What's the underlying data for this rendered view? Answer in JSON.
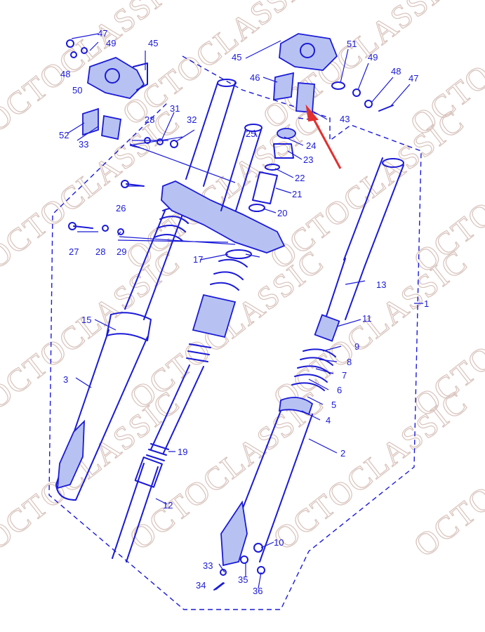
{
  "watermark_text": "OCTOCLASSIC",
  "colors": {
    "ink": "#1a1ad8",
    "arrow": "#e23030",
    "watermark": "#d8c2bb",
    "shade": "#b7c2f2"
  },
  "callouts": {
    "p1": "1",
    "p2": "2",
    "p3": "3",
    "p4": "4",
    "p5": "5",
    "p6": "6",
    "p7": "7",
    "p8": "8",
    "p9": "9",
    "p10": "10",
    "p11": "11",
    "p12": "12",
    "p13": "13",
    "p15": "15",
    "p17": "17",
    "p19": "19",
    "p20": "20",
    "p21": "21",
    "p22": "22",
    "p23": "23",
    "p24": "24",
    "p25": "25",
    "p26": "26",
    "p27": "27",
    "p28a": "28",
    "p28b": "28",
    "p29": "29",
    "p31": "31",
    "p32": "32",
    "p33a": "33",
    "p33b": "33",
    "p34": "34",
    "p35": "35",
    "p36": "36",
    "p43": "43",
    "p45a": "45",
    "p45b": "45",
    "p46": "46",
    "p47a": "47",
    "p47b": "47",
    "p48a": "48",
    "p48b": "48",
    "p49a": "49",
    "p49b": "49",
    "p50": "50",
    "p51": "51",
    "p52": "52"
  }
}
